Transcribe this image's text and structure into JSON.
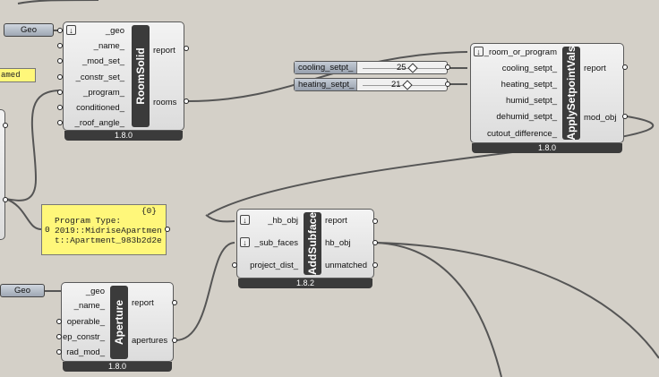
{
  "geo_top": "Geo",
  "geo_bottom": "Geo",
  "panel_left_text": "amed",
  "room_solid": {
    "title": "RoomSolid",
    "version": "1.8.0",
    "inputs": [
      "_geo",
      "_name_",
      "_mod_set_",
      "_constr_set_",
      "_program_",
      "conditioned_",
      "_roof_angle_"
    ],
    "outputs": [
      "report",
      "rooms"
    ]
  },
  "sliders": [
    {
      "label": "cooling_setpt_",
      "value": "25"
    },
    {
      "label": "heating_setpt_",
      "value": "21"
    }
  ],
  "apply_setpoint": {
    "title": "ApplySetpointVals",
    "version": "1.8.0",
    "inputs": [
      "_room_or_program",
      "cooling_setpt_",
      "heating_setpt_",
      "humid_setpt_",
      "dehumid_setpt_",
      "cutout_difference_"
    ],
    "outputs": [
      "report",
      "mod_obj"
    ]
  },
  "program_panel": {
    "path": "{0}",
    "index": "0",
    "text": "Program Type:\n2019::MidriseApartmen\nt::Apartment_983b2d2e"
  },
  "add_subface": {
    "title": "AddSubface",
    "version": "1.8.2",
    "inputs": [
      "_hb_obj",
      "_sub_faces",
      "project_dist_"
    ],
    "outputs": [
      "report",
      "hb_obj",
      "unmatched"
    ]
  },
  "aperture": {
    "title": "Aperture",
    "version": "1.8.0",
    "inputs": [
      "_geo",
      "_name_",
      "operable_",
      "ep_constr_",
      "rad_mod_"
    ],
    "outputs": [
      "report",
      "apertures"
    ]
  }
}
